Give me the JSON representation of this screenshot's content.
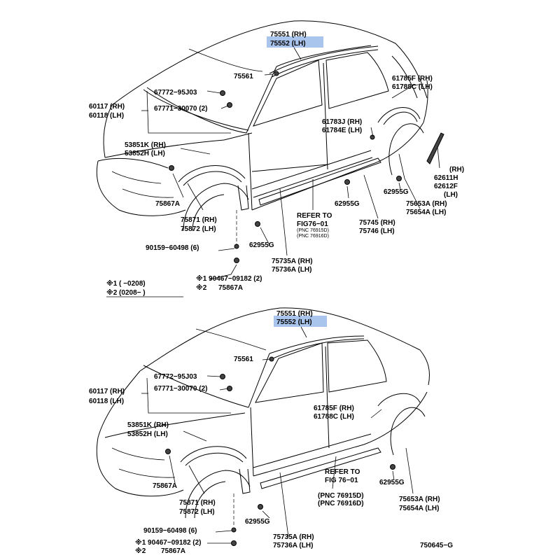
{
  "colors": {
    "highlight": "#a9c5ee",
    "ink": "#000000",
    "background": "#ffffff"
  },
  "top": {
    "labels": {
      "p75551": "75551 (RH)",
      "p75552": "75552 (LH)",
      "p75561": "75561",
      "p61785f": "61785F (RH)",
      "p61788c": "61788C (LH)",
      "p67772": "67772−95J03",
      "p67771": "67771−30070 (2)",
      "p60117": "60117 (RH)",
      "p60118": "60118 (LH)",
      "p61783j": "61783J (RH)",
      "p61784e": "61784E (LH)",
      "p53851k": "53851K (RH)",
      "p53852h": "53852H (LH)",
      "p62611h_rh": "(RH)",
      "p62611h": "62611H",
      "p62612f": "62612F",
      "p62612f_lh": "(LH)",
      "p62955g_r": "62955G",
      "p62955g_m": "62955G",
      "p62955g_l": "62955G",
      "p75867a": "75867A",
      "p75653a": "75653A (RH)",
      "p75654a": "75654A (LH)",
      "refer1": "REFER TO",
      "refer2": "FIG76−01",
      "pnc1": "(PNC 76915D)",
      "pnc2": "(PNC 76916D)",
      "p75871": "75871 (RH)",
      "p75872": "75872 (LH)",
      "p75745": "75745 (RH)",
      "p75746": "75746 (LH)",
      "p90159": "90159−60498 (6)",
      "p75735a": "75735A (RH)",
      "p75736a": "75736A (LH)",
      "note1_code": "※1 90467−09182 (2)",
      "note2_code": "※2",
      "note2_part": "75867A"
    }
  },
  "notes": {
    "n1": "※1 (      −0208)",
    "n2": "※2 (0208−      )"
  },
  "bottom": {
    "labels": {
      "p75551": "75551 (RH)",
      "p75552": "75552 (LH)",
      "p75561": "75561",
      "p67772": "67772−95J03",
      "p67771": "67771−30070 (2)",
      "p60117": "60117 (RH)",
      "p60118": "60118 (LH)",
      "p61785f": "61785F (RH)",
      "p61788c": "61788C (LH)",
      "p53851k": "53851K (RH)",
      "p53852h": "53852H (LH)",
      "p75867a": "75867A",
      "refer1": "REFER TO",
      "refer2": "FIG 76−01",
      "pnc1": "(PNC 76915D)",
      "pnc2": "(PNC 76916D)",
      "p62955g_r": "62955G",
      "p62955g_l": "62955G",
      "p75871": "75871 (RH)",
      "p75872": "75872 (LH)",
      "p75653a": "75653A (RH)",
      "p75654a": "75654A (LH)",
      "p90159": "90159−60498 (6)",
      "p75735a": "75735A (RH)",
      "p75736a": "75736A (LH)",
      "note1_code": "※1 90467−09182 (2)",
      "note2_code": "※2",
      "note2_part": "75867A"
    }
  },
  "figure_code": "750645−G"
}
